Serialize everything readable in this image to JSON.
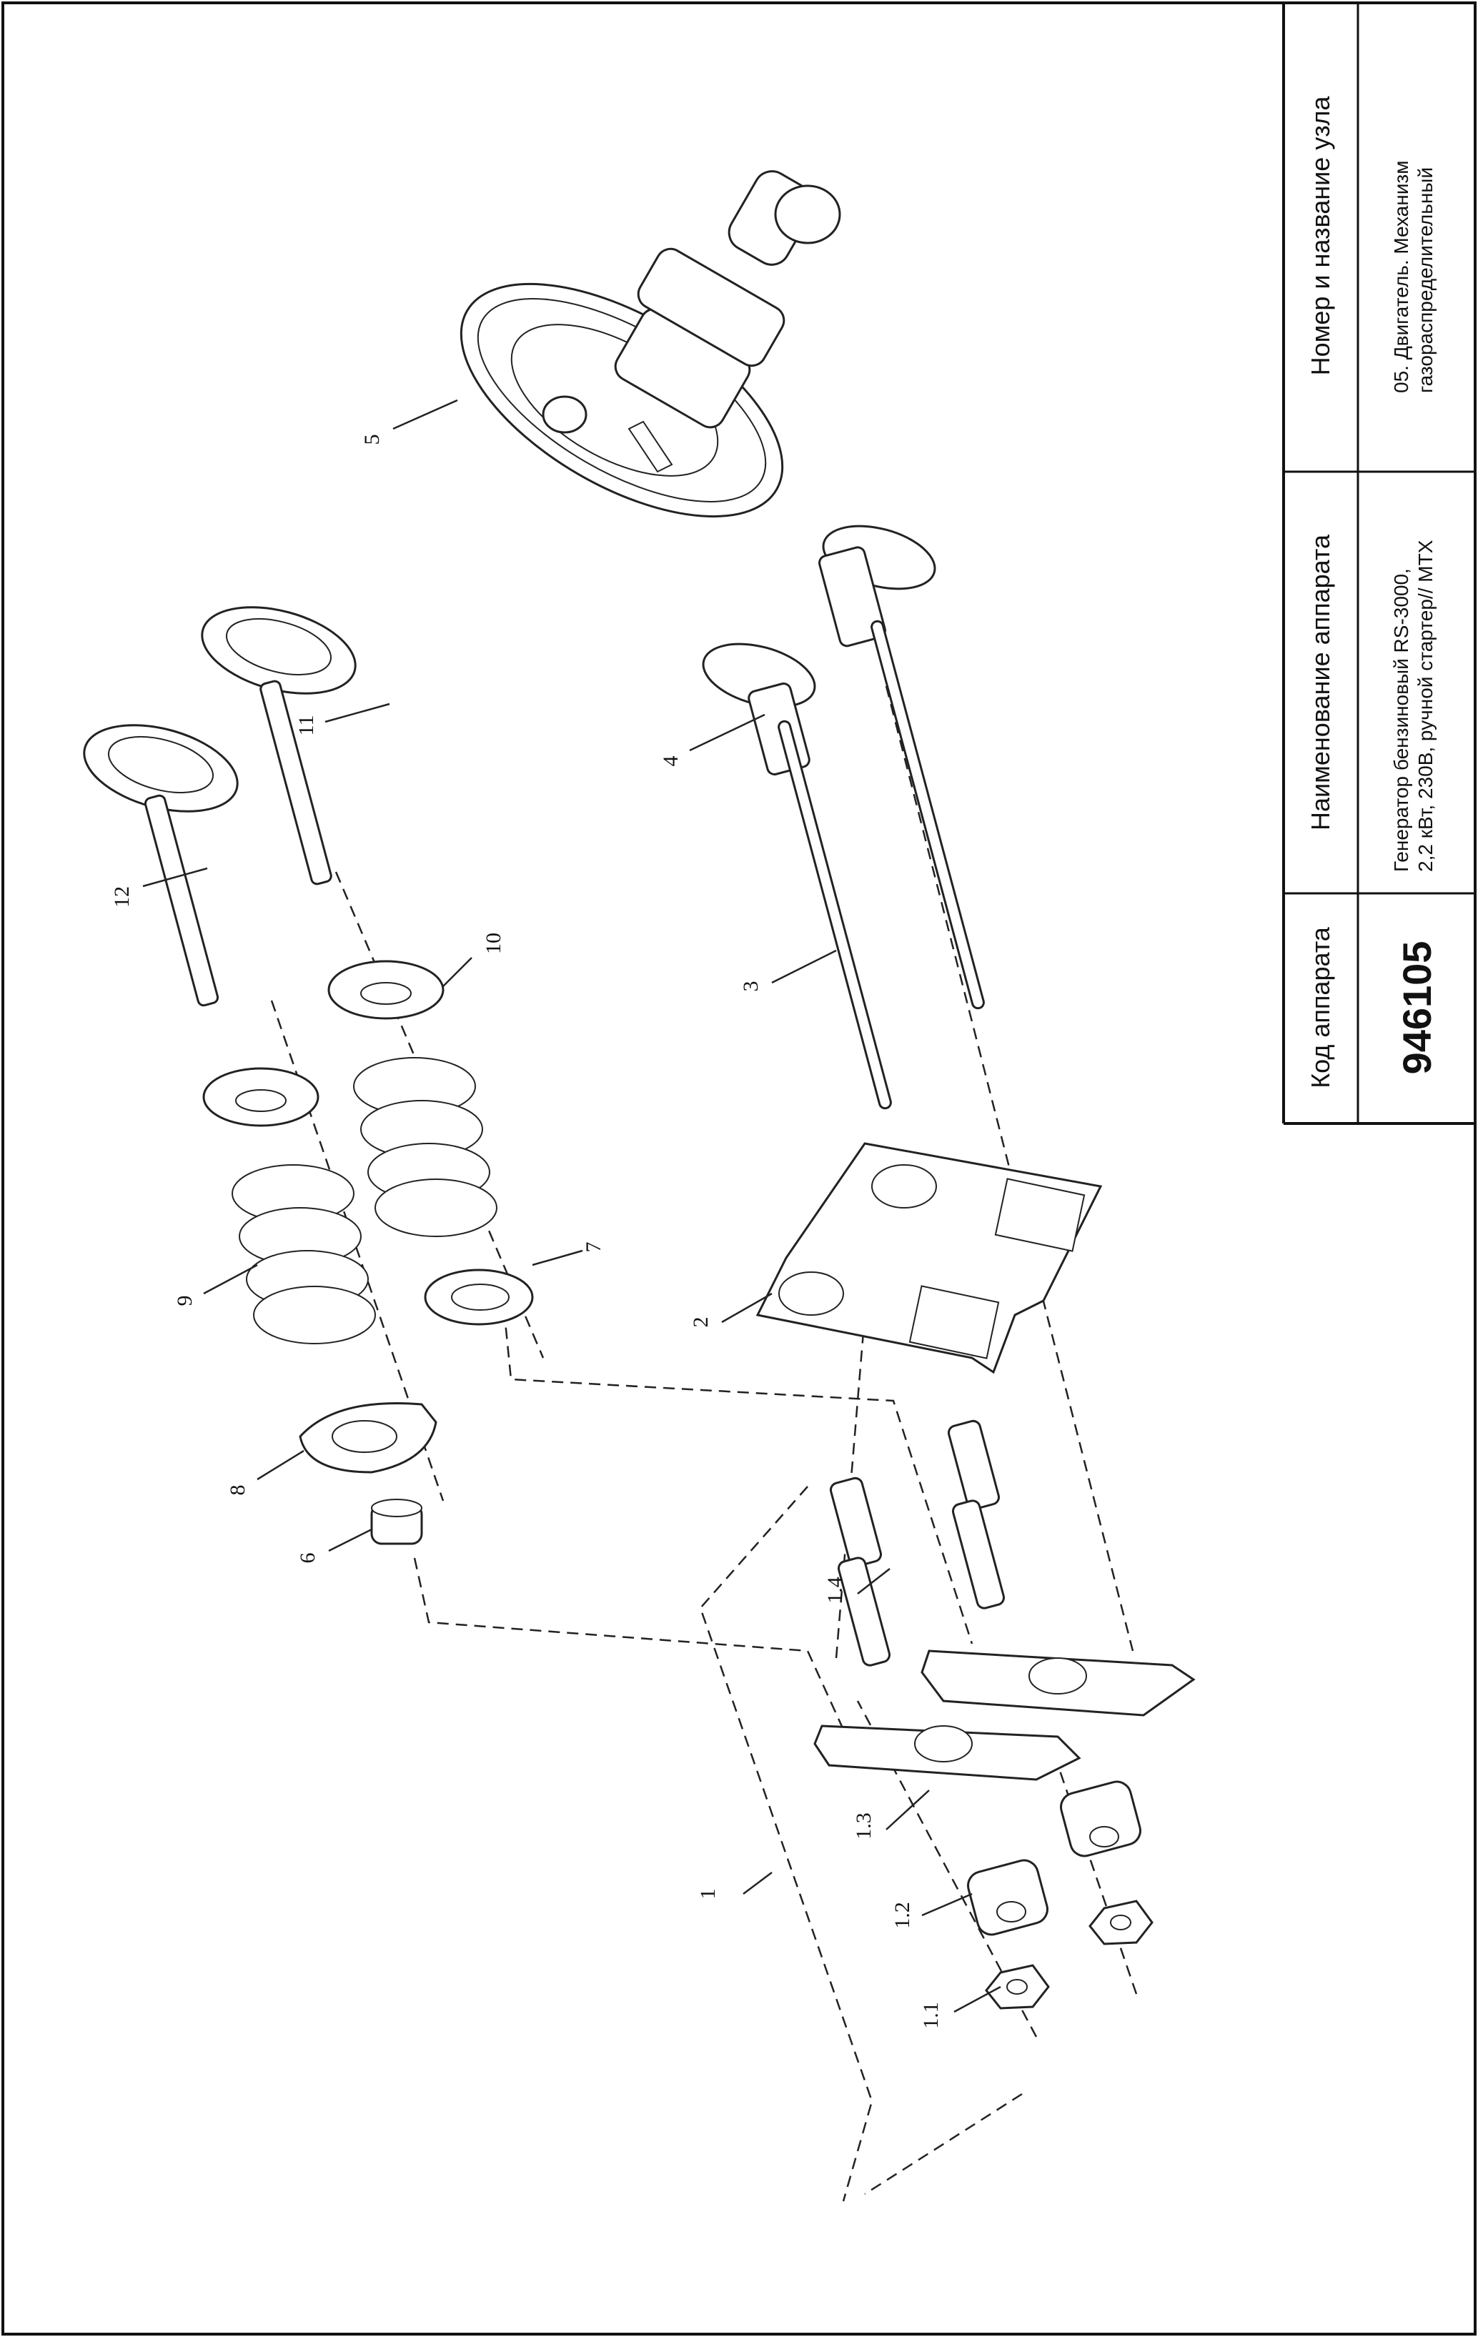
{
  "title_block": {
    "code_header": "Код аппарата",
    "code_value": "946105",
    "name_header": "Наименование аппарата",
    "name_line1": "Генератор бензиновый RS-3000,",
    "name_line2": "2,2 кВт, 230В, ручной стартер// MTX",
    "node_header": "Номер и название узла",
    "node_line1": "05. Двигатель. Механизм",
    "node_line2": "газораспределительный"
  },
  "part_labels": {
    "p1": "1",
    "p1_1": "1.1",
    "p1_2": "1.2",
    "p1_3": "1.3",
    "p1_4": "1.4",
    "p2": "2",
    "p3": "3",
    "p4": "4",
    "p5": "5",
    "p6": "6",
    "p7": "7",
    "p8": "8",
    "p9": "9",
    "p10": "10",
    "p11": "11",
    "p12": "12"
  },
  "colors": {
    "line": "#222222",
    "background": "#ffffff"
  }
}
